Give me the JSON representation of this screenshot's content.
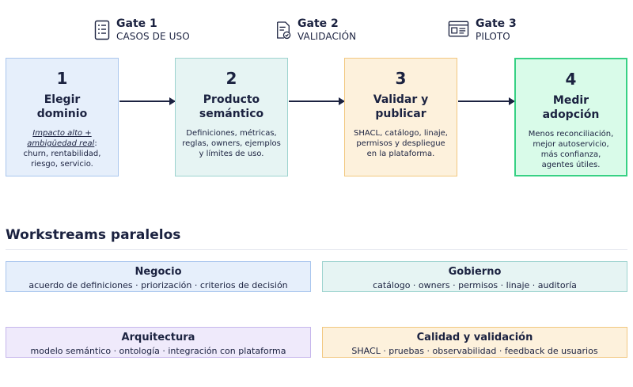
{
  "gates": [
    {
      "title": "Gate 1",
      "subtitle": "CASOS DE USO",
      "icon": "checklist-icon"
    },
    {
      "title": "Gate 2",
      "subtitle": "VALIDACIÓN",
      "icon": "document-check-icon"
    },
    {
      "title": "Gate 3",
      "subtitle": "PILOTO",
      "icon": "browser-window-icon"
    }
  ],
  "steps": [
    {
      "number": "1",
      "title_line1": "Elegir",
      "title_line2": "dominio",
      "desc_em_line1": "Impacto alto +",
      "desc_em_line2": "ambigüedad real",
      "desc_em_suffix": ":",
      "desc_line1": "churn, rentabilidad,",
      "desc_line2": "riesgo, servicio.",
      "desc_line3": ""
    },
    {
      "number": "2",
      "title_line1": "Producto",
      "title_line2": "semántico",
      "desc_line1": "Definiciones, métricas,",
      "desc_line2": "reglas, owners, ejemplos",
      "desc_line3": "y límites de uso."
    },
    {
      "number": "3",
      "title_line1": "Validar y",
      "title_line2": "publicar",
      "desc_line1": "SHACL, catálogo, linaje,",
      "desc_line2": "permisos y despliegue",
      "desc_line3": "en la plataforma."
    },
    {
      "number": "4",
      "title_line1": "Medir",
      "title_line2": "adopción",
      "desc_line1": "Menos reconciliación,",
      "desc_line2": "mejor autoservicio,",
      "desc_line3": "más confianza,",
      "desc_line4": "agentes útiles."
    }
  ],
  "section": {
    "title": "Workstreams paralelos"
  },
  "workstreams": [
    {
      "title": "Negocio",
      "desc": "acuerdo de definiciones · priorización · criterios de decisión"
    },
    {
      "title": "Gobierno",
      "desc": "catálogo · owners · permisos · linaje · auditoría"
    },
    {
      "title": "Arquitectura",
      "desc": "modelo semántico · ontología · integración con plataforma"
    },
    {
      "title": "Calidad y validación",
      "desc": "SHACL · pruebas · observabilidad · feedback de usuarios"
    }
  ],
  "colors": {
    "ink": "#1b2240",
    "blue": "#e6effb",
    "teal": "#e6f4f3",
    "amber": "#fdf1dc",
    "green": "#d9fbe9",
    "green_border": "#37d184",
    "lilac": "#efeafb"
  }
}
